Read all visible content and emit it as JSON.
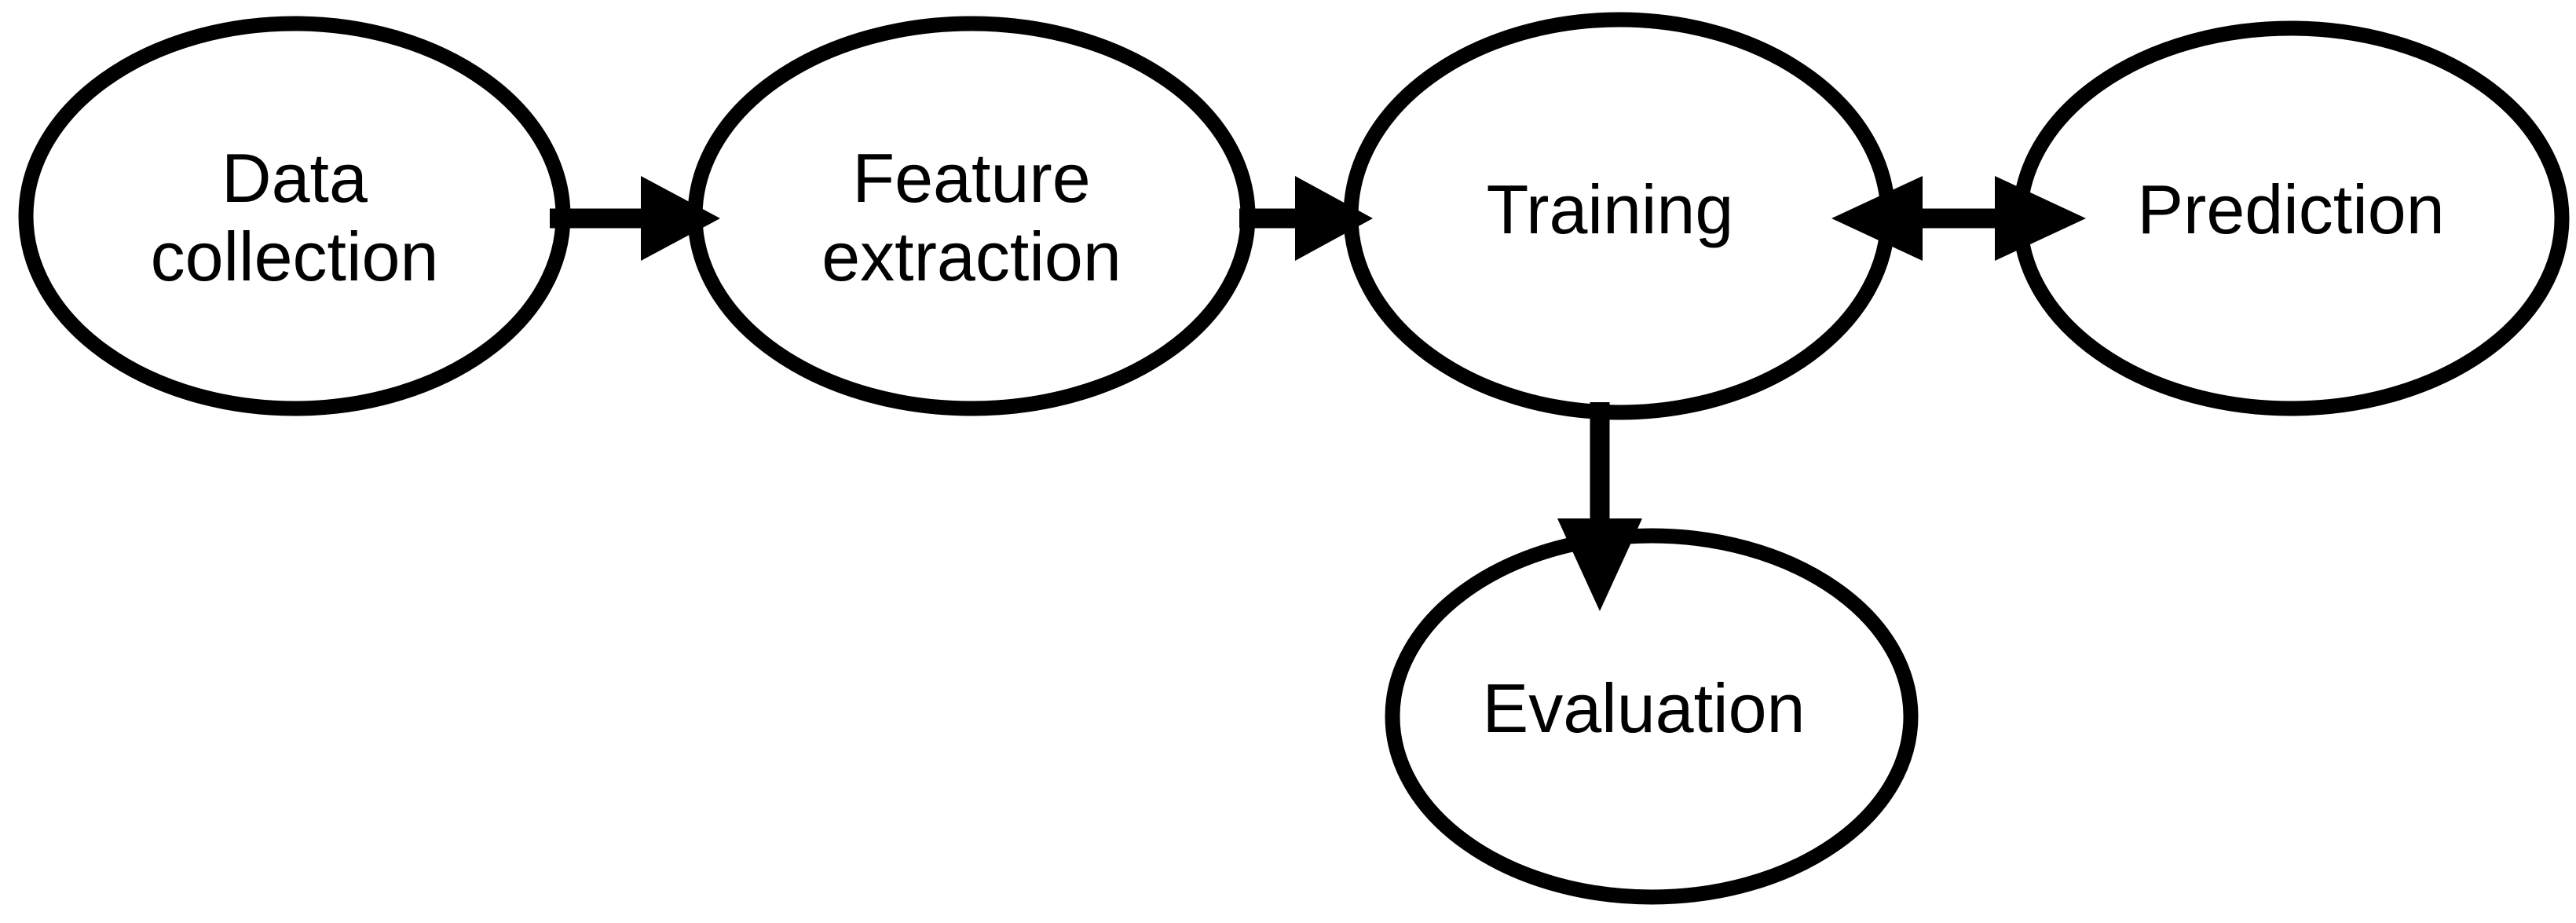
{
  "colors": {
    "background": "#ffffff",
    "shape_stroke": "#000000",
    "arrow_fill": "#000000",
    "text": "#000000"
  },
  "diagram": {
    "type": "flowchart",
    "nodes": [
      {
        "id": "data-collection",
        "shape": "ellipse",
        "label_lines": [
          "Data",
          "collection"
        ]
      },
      {
        "id": "feature-extraction",
        "shape": "ellipse",
        "label_lines": [
          "Feature",
          "extraction"
        ]
      },
      {
        "id": "training",
        "shape": "ellipse",
        "label_lines": [
          "Training"
        ]
      },
      {
        "id": "prediction",
        "shape": "ellipse",
        "label_lines": [
          "Prediction"
        ]
      },
      {
        "id": "evaluation",
        "shape": "ellipse",
        "label_lines": [
          "Evaluation"
        ]
      }
    ],
    "edges": [
      {
        "from": "data-collection",
        "to": "feature-extraction",
        "direction": "one-way-right"
      },
      {
        "from": "feature-extraction",
        "to": "training",
        "direction": "one-way-right"
      },
      {
        "from": "training",
        "to": "prediction",
        "direction": "two-way-horizontal"
      },
      {
        "from": "training",
        "to": "evaluation",
        "direction": "one-way-down"
      }
    ]
  }
}
